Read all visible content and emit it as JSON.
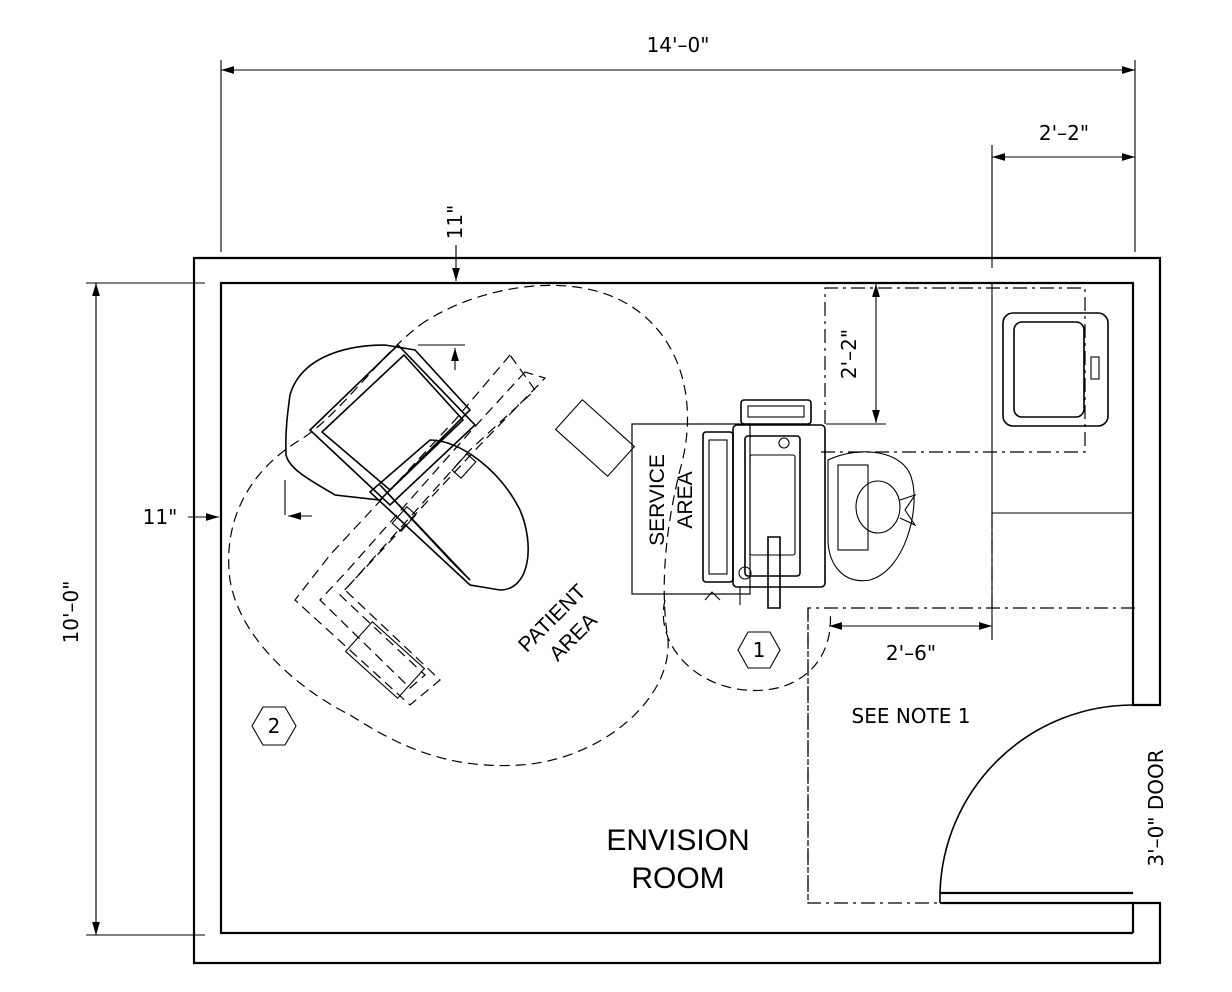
{
  "room": {
    "name_line1": "ENVISION",
    "name_line2": "ROOM"
  },
  "dimensions": {
    "width": "14'–0\"",
    "depth": "10'–0\"",
    "top_wall_clearance": "11\"",
    "left_wall_clearance": "11\"",
    "cabinet_width": "2'–2\"",
    "service_depth": "2'–2\"",
    "console_clearance": "2'–6\"",
    "door": "3'–0\" DOOR"
  },
  "labels": {
    "service_area_line1": "SERVICE",
    "service_area_line2": "AREA",
    "patient_area_line1": "PATIENT",
    "patient_area_line2": "AREA",
    "note": "SEE NOTE 1"
  },
  "tags": {
    "tag_1": "1",
    "tag_2": "2"
  }
}
